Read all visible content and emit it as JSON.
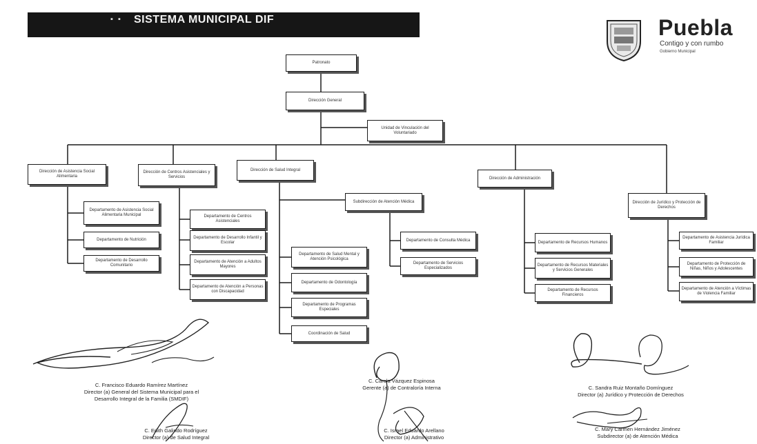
{
  "header": {
    "title": "SISTEMA MUNICIPAL DIF",
    "dots": "▪ ▪"
  },
  "logo": {
    "word": "Puebla",
    "tagline": "Contigo y con rumbo",
    "sub": "Gobierno Municipal"
  },
  "org": {
    "top": "Patronato",
    "second": "Dirección General",
    "staff": "Unidad de Vinculación del Voluntariado",
    "areas": [
      "Dirección de Asistencia Social Alimentaria",
      "Dirección de Centros Asistenciales y Servicios",
      "Dirección de Salud Integral",
      "Dirección de Administración",
      "Dirección de Jurídico y Protección de Derechos"
    ],
    "sub_health": "Subdirección de Atención Médica",
    "children_1": [
      "Departamento de Asistencia Social Alimentaria Municipal",
      "Departamento de Nutrición",
      "Departamento de Desarrollo Comunitario"
    ],
    "children_2": [
      "Departamento de Centros Asistenciales",
      "Departamento de Desarrollo Infantil y Escolar",
      "Departamento de Atención a Adultos Mayores",
      "Departamento de Atención a Personas con Discapacidad"
    ],
    "children_3": [
      "Departamento de Salud Mental y Atención Psicológica",
      "Departamento de Odontología",
      "Departamento de Programas Especiales",
      "Coordinación de Salud"
    ],
    "children_sub": [
      "Departamento de Consulta Médica",
      "Departamento de Servicios Especializados"
    ],
    "children_4": [
      "Departamento de Recursos Humanos",
      "Departamento de Recursos Materiales y Servicios Generales",
      "Departamento de Recursos Financieros"
    ],
    "children_5": [
      "Departamento de Asistencia Jurídica Familiar",
      "Departamento de Protección de Niñas, Niños y Adolescentes",
      "Departamento de Atención a Víctimas de Violencia Familiar"
    ]
  },
  "signatures": {
    "s1": "C. Francisco Eduardo Ramírez Martínez\nDirector (a) General del Sistema Municipal para el\nDesarrollo Integral de la Familia (SMDIF)",
    "s2": "C. Carola Vázquez Espinosa\nGerente (a) de Contraloría Interna",
    "s3": "C. Sandra Ruiz Montaño Domínguez\nDirector (a) Jurídico y Protección de Derechos",
    "s4": "C. Edith Galindo Rodríguez\nDirector (a) de Salud Integral",
    "s5": "C. Israel Eduardo Arellano\nDirector (a) Administrativo",
    "s6": "C. Mary Carmen Hernández Jiménez\nSubdirector (a) de Atención Médica"
  }
}
